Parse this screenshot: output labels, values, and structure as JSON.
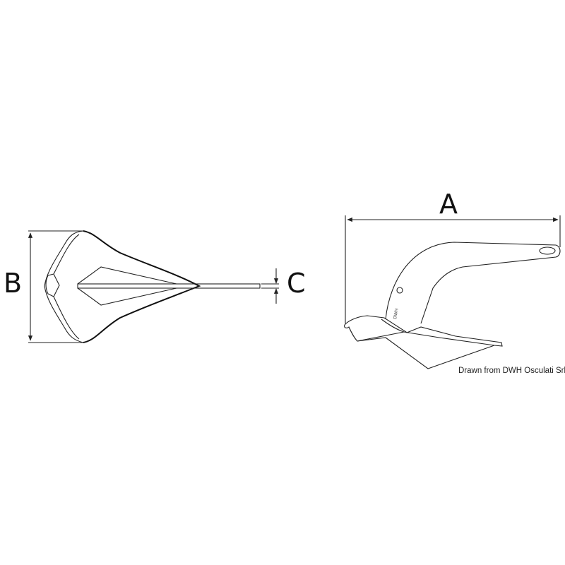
{
  "labels": {
    "a": "A",
    "b": "B",
    "c": "C"
  },
  "credit": "Drawn from DWH Osculati Srl",
  "stamp": "DWH"
}
